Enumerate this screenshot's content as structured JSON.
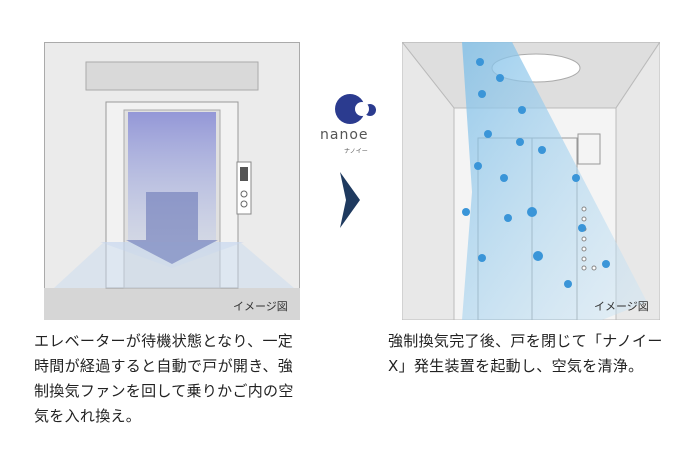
{
  "left": {
    "image_label": "イメージ図",
    "caption_lines": [
      "エレベーターが待機状態となり、一定",
      "時間が経過すると自動で戸が開き、強",
      "制換気ファンを回して乗りかご内の空",
      "気を入れ換え。"
    ]
  },
  "logo": {
    "text": "nanoe",
    "sub": "ナノイー",
    "dot_color": "#2b3b8f"
  },
  "right": {
    "image_label": "イメージ図",
    "caption_lines": [
      "強制換気完了後、戸を閉じて「ナノイー",
      "X」発生装置を起動し、空気を清浄。"
    ]
  },
  "arrow_color": "#1f3a5f"
}
